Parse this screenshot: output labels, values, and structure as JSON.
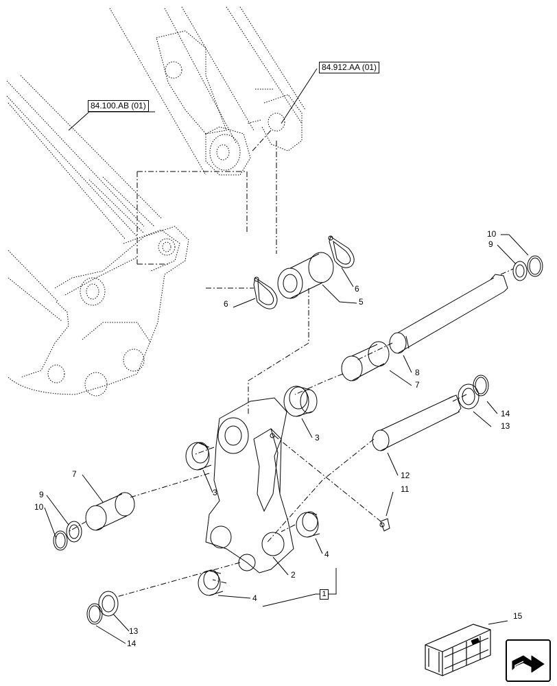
{
  "references": {
    "boom_ref": "84.100.AB (01)",
    "arm_ref": "84.912.AA (01)"
  },
  "callouts": {
    "c10_top": "10",
    "c9_top": "9",
    "c6_left": "6",
    "c6_right": "6",
    "c5": "5",
    "c8": "8",
    "c7_right": "7",
    "c14_right": "14",
    "c13_right": "13",
    "c3_upper": "3",
    "c3_lower": "3",
    "c12": "12",
    "c11": "11",
    "c7_left": "7",
    "c9_left": "9",
    "c10_left": "10",
    "c4_right": "4",
    "c2": "2",
    "c4_lower": "4",
    "c13_lower": "13",
    "c14_lower": "14",
    "c15": "15"
  },
  "assembly_box": "1",
  "icons": {
    "kit": "kit-crate-icon",
    "navigation": "next-page-arrow-icon"
  }
}
